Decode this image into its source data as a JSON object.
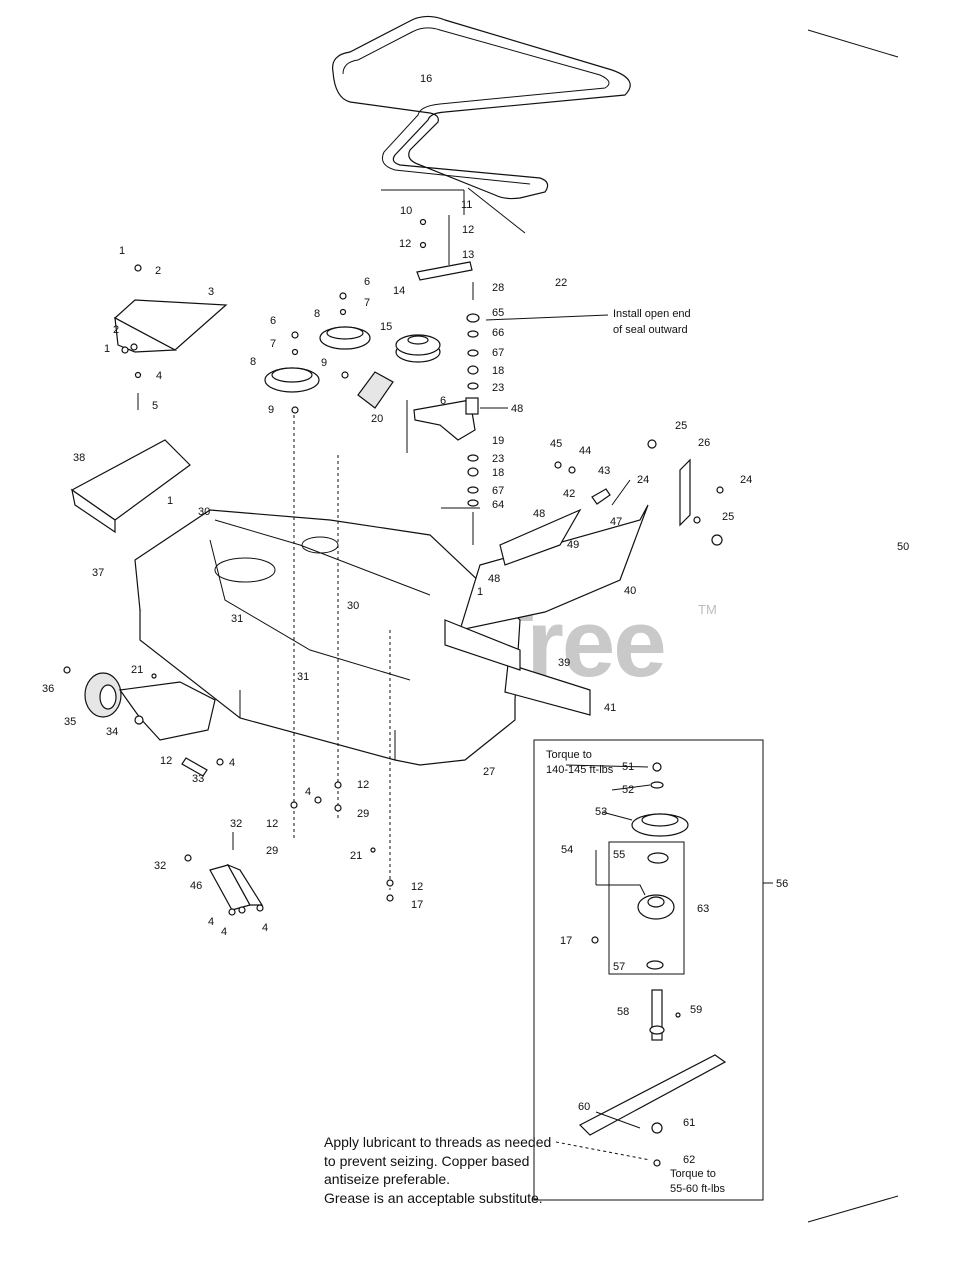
{
  "watermark": {
    "text": "PartsTree",
    "trademark": "TM"
  },
  "callouts": [
    "16",
    "10",
    "11",
    "12",
    "12",
    "13",
    "14",
    "28",
    "22",
    "65",
    "66",
    "67",
    "18",
    "23",
    "48",
    "6",
    "19",
    "23",
    "18",
    "67",
    "64",
    "1",
    "2",
    "3",
    "2",
    "1",
    "4",
    "5",
    "6",
    "7",
    "8",
    "9",
    "8",
    "6",
    "7",
    "9",
    "15",
    "20",
    "45",
    "44",
    "43",
    "42",
    "47",
    "48",
    "49",
    "48",
    "24",
    "25",
    "26",
    "24",
    "25",
    "40",
    "50",
    "38",
    "1",
    "30",
    "37",
    "31",
    "30",
    "1",
    "39",
    "31",
    "41",
    "21",
    "36",
    "35",
    "34",
    "12",
    "33",
    "4",
    "27",
    "4",
    "12",
    "29",
    "12",
    "29",
    "21",
    "12",
    "17",
    "32",
    "32",
    "46",
    "4",
    "4",
    "4",
    "51",
    "52",
    "53",
    "54",
    "55",
    "63",
    "17",
    "57",
    "56",
    "58",
    "59",
    "60",
    "61",
    "62"
  ],
  "notes": {
    "seal": [
      "Install open end",
      "of seal outward"
    ],
    "torque_top": [
      "Torque to",
      "140-145 ft-lbs"
    ],
    "torque_bottom": [
      "Torque to",
      "55-60 ft-lbs"
    ],
    "lubricant": [
      "Apply lubricant to threads as needed",
      "to prevent seizing.  Copper based",
      "antiseize preferable.",
      "Grease is an acceptable substitute."
    ]
  },
  "colors": {
    "line": "#111111",
    "watermark": "#c9c9c9",
    "background": "#ffffff"
  }
}
